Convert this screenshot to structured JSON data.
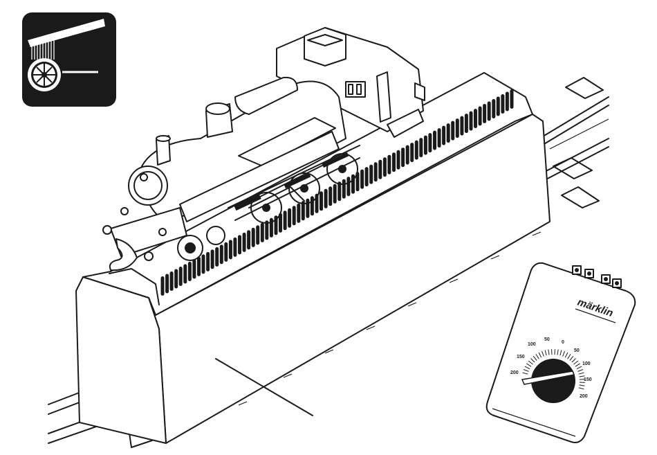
{
  "icon": {
    "name": "wheel-cleaning-brush-icon",
    "background": "#1a1a1a"
  },
  "controller": {
    "brand": "märklin",
    "dial_labels": {
      "left": [
        "200",
        "150",
        "100",
        "50"
      ],
      "center": "0",
      "right": [
        "50",
        "100",
        "150",
        "200"
      ]
    }
  },
  "colors": {
    "ink": "#1a1a1a",
    "paper": "#ffffff"
  }
}
